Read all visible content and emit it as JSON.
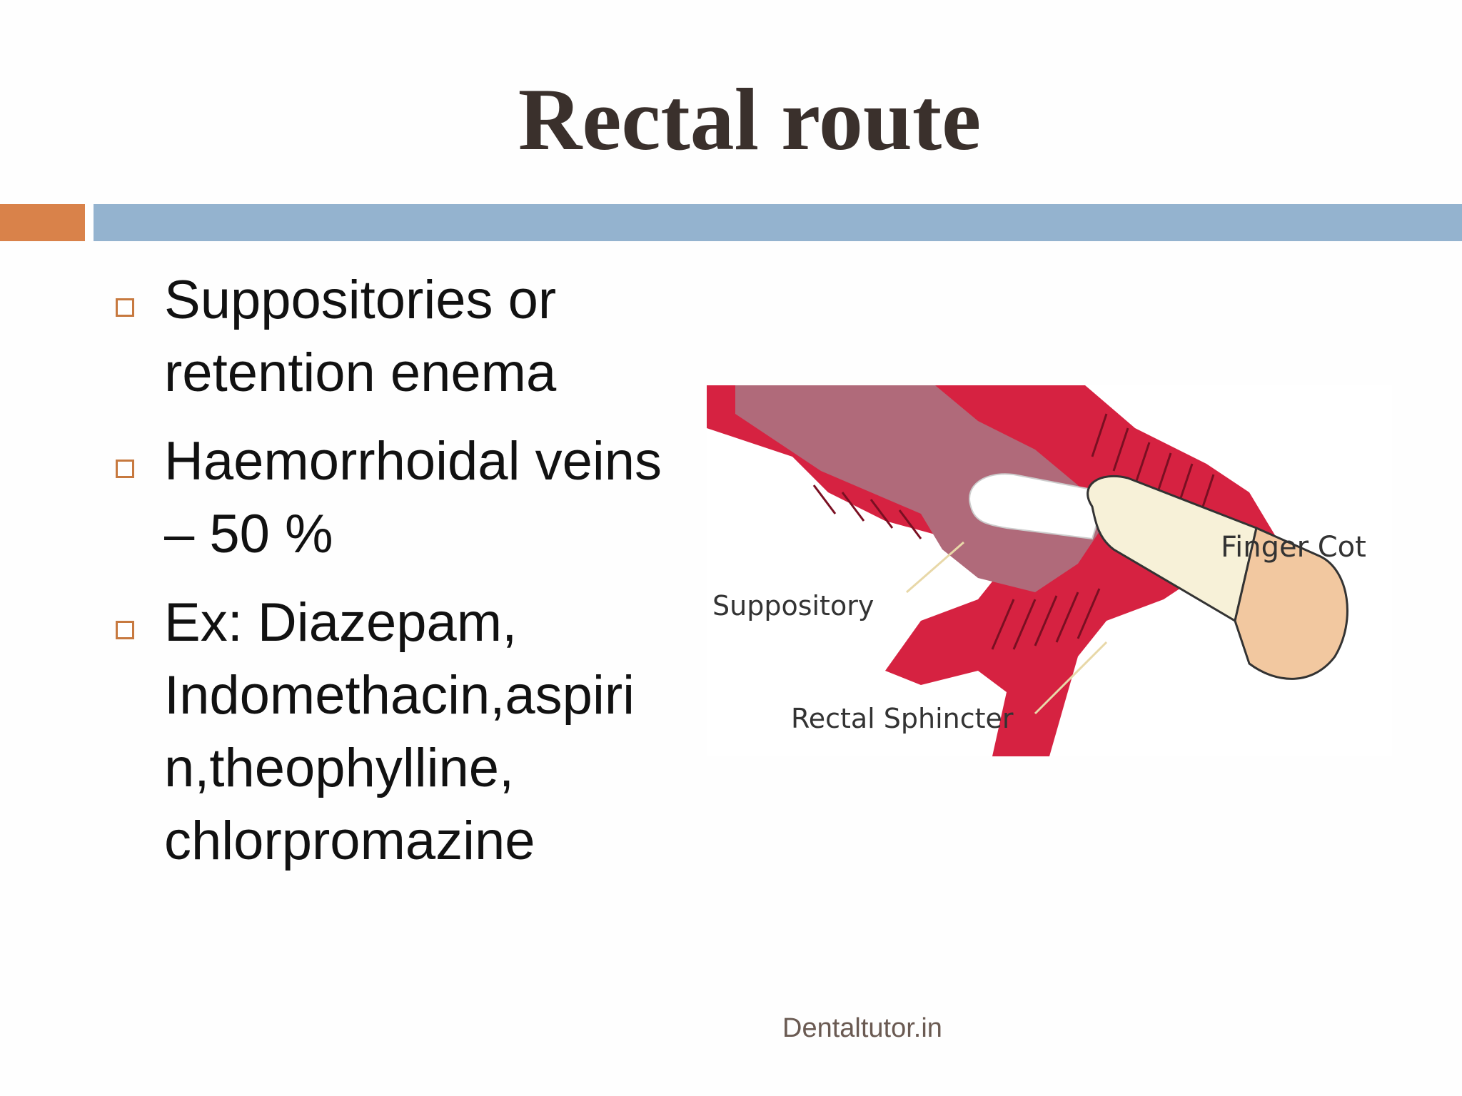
{
  "slide": {
    "title": "Rectal route",
    "bullets": [
      {
        "lines": [
          "Suppositories or",
          "retention enema"
        ]
      },
      {
        "lines": [
          "Haemorrhoidal veins",
          "– 50 %"
        ]
      },
      {
        "lines": [
          "Ex: Diazepam,",
          "Indomethacin,aspiri",
          "n,theophylline,",
          "chlorpromazine"
        ]
      }
    ],
    "figure": {
      "labels": {
        "suppository": "Suppository",
        "finger_cot": "Finger Cot",
        "rectal_sphincter": "Rectal Sphincter"
      }
    },
    "footer": "Dentaltutor.in"
  },
  "colors": {
    "title": "#3a302c",
    "accent_orange": "#d9824a",
    "accent_blue": "#94b3cf",
    "tissue_red": "#d62241",
    "lumen_mauve": "#b06a7a"
  }
}
